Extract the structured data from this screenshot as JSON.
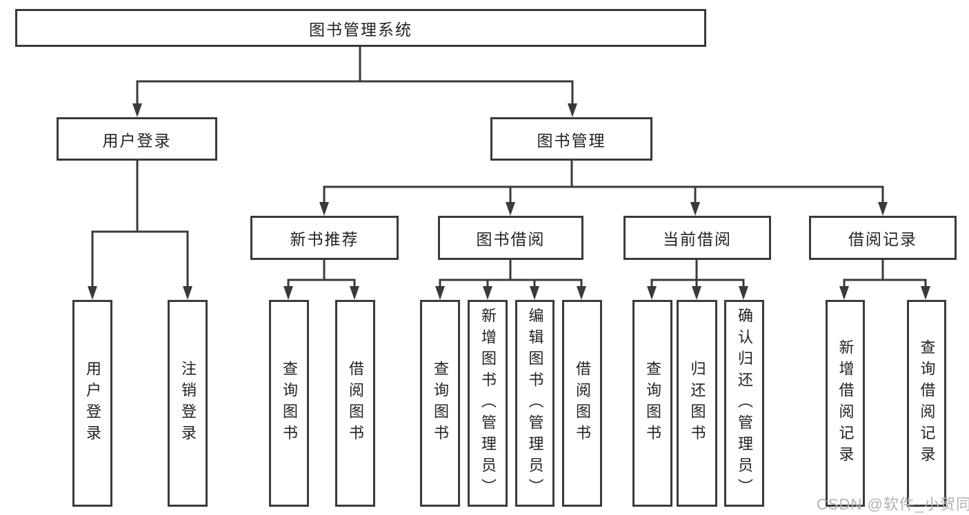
{
  "colors": {
    "line": "#3a3a3a",
    "text": "#222222",
    "watermark": "#b2b2b2",
    "background": "#ffffff"
  },
  "diagram": {
    "root": {
      "label": "图书管理系统"
    },
    "level2": [
      {
        "label": "用户登录"
      },
      {
        "label": "图书管理"
      }
    ],
    "level3": [
      {
        "label": "新书推荐"
      },
      {
        "label": "图书借阅"
      },
      {
        "label": "当前借阅"
      },
      {
        "label": "借阅记录"
      }
    ],
    "leaves": {
      "login": [
        {
          "label": "用户登录"
        },
        {
          "label": "注销登录"
        }
      ],
      "newbook": [
        {
          "label": "查询图书"
        },
        {
          "label": "借阅图书"
        }
      ],
      "borrow": [
        {
          "label": "查询图书"
        },
        {
          "label": "新增图书（管理员）"
        },
        {
          "label": "编辑图书（管理员）"
        },
        {
          "label": "借阅图书"
        }
      ],
      "current": [
        {
          "label": "查询图书"
        },
        {
          "label": "归还图书"
        },
        {
          "label": "确认归还（管理员）"
        }
      ],
      "records": [
        {
          "label": "新增借阅记录"
        },
        {
          "label": "查询借阅记录"
        }
      ]
    }
  },
  "watermark": {
    "text": "CSDN @软件_小贺同学"
  }
}
